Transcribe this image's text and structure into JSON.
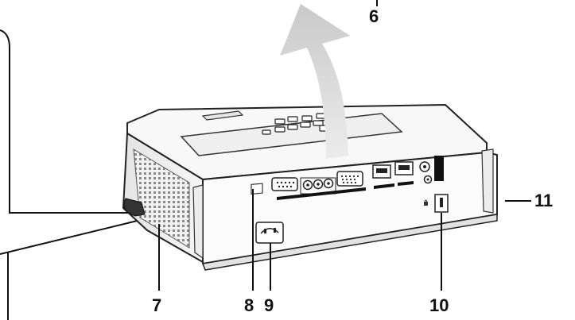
{
  "callouts": {
    "c6": "6",
    "c7": "7",
    "c8": "8",
    "c9": "9",
    "c10": "10",
    "c11": "11"
  },
  "colors": {
    "line": "#111111",
    "body_light": "#f7f7f7",
    "body_shadow": "#dcdcdc",
    "arrow": "#d6d6d6"
  },
  "icons": {
    "arrow": "up-curved-arrow-icon",
    "lock": "padlock-icon"
  }
}
